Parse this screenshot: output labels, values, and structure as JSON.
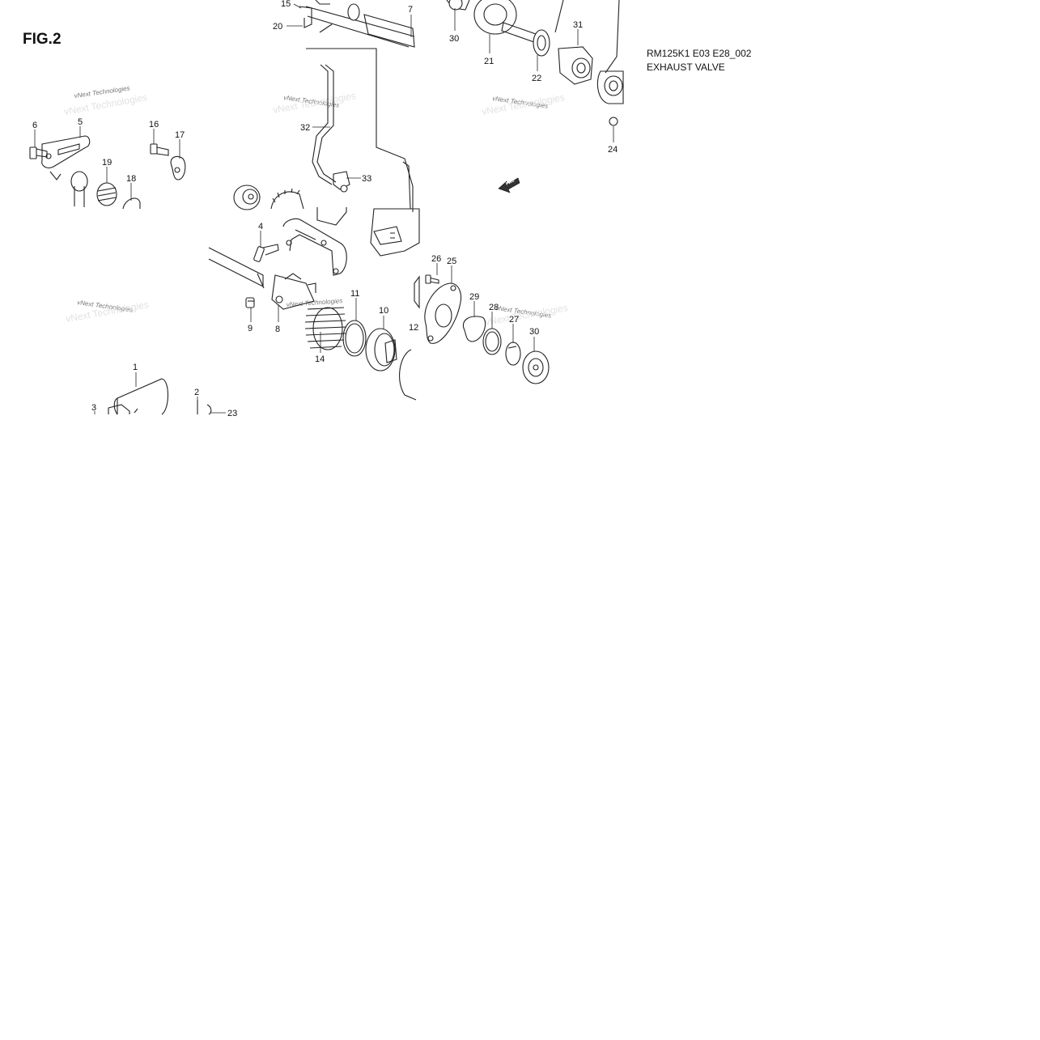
{
  "figure": {
    "title": "FIG.2"
  },
  "header": {
    "code": "RM125K1 E03 E28_002",
    "name": "EXHAUST VALVE"
  },
  "watermark": {
    "text": "vNext Technologies"
  },
  "fwd_arrow_label": "FWD",
  "callouts": [
    {
      "id": "c15",
      "text": "15"
    },
    {
      "id": "c20",
      "text": "20"
    },
    {
      "id": "c7",
      "text": "7"
    },
    {
      "id": "c30a",
      "text": "30"
    },
    {
      "id": "c21",
      "text": "21"
    },
    {
      "id": "c31",
      "text": "31"
    },
    {
      "id": "c22",
      "text": "22"
    },
    {
      "id": "c24",
      "text": "24"
    },
    {
      "id": "c32",
      "text": "32"
    },
    {
      "id": "c33",
      "text": "33"
    },
    {
      "id": "c6",
      "text": "6"
    },
    {
      "id": "c5",
      "text": "5"
    },
    {
      "id": "c16",
      "text": "16"
    },
    {
      "id": "c17",
      "text": "17"
    },
    {
      "id": "c19",
      "text": "19"
    },
    {
      "id": "c18",
      "text": "18"
    },
    {
      "id": "c4",
      "text": "4"
    },
    {
      "id": "c26",
      "text": "26"
    },
    {
      "id": "c25",
      "text": "25"
    },
    {
      "id": "c29",
      "text": "29"
    },
    {
      "id": "c28",
      "text": "28"
    },
    {
      "id": "c27",
      "text": "27"
    },
    {
      "id": "c30b",
      "text": "30"
    },
    {
      "id": "c11",
      "text": "11"
    },
    {
      "id": "c10",
      "text": "10"
    },
    {
      "id": "c12",
      "text": "12"
    },
    {
      "id": "c9",
      "text": "9"
    },
    {
      "id": "c8",
      "text": "8"
    },
    {
      "id": "c14",
      "text": "14"
    },
    {
      "id": "c1",
      "text": "1"
    },
    {
      "id": "c2",
      "text": "2"
    },
    {
      "id": "c3",
      "text": "3"
    },
    {
      "id": "c23",
      "text": "23"
    }
  ]
}
